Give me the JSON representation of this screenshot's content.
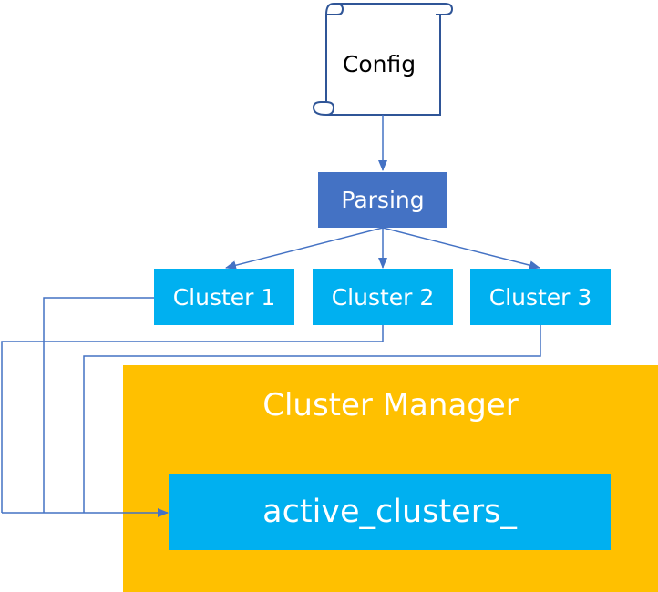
{
  "diagram": {
    "config": "Config",
    "parsing": "Parsing",
    "clusters": [
      "Cluster 1",
      "Cluster 2",
      "Cluster 3"
    ],
    "manager": "Cluster Manager",
    "active_clusters": "active_clusters_"
  },
  "colors": {
    "parsing_fill": "#4472c4",
    "cluster_fill": "#00b0f0",
    "manager_fill": "#ffc000",
    "connector": "#4472c4",
    "config_outline": "#2f5597"
  }
}
